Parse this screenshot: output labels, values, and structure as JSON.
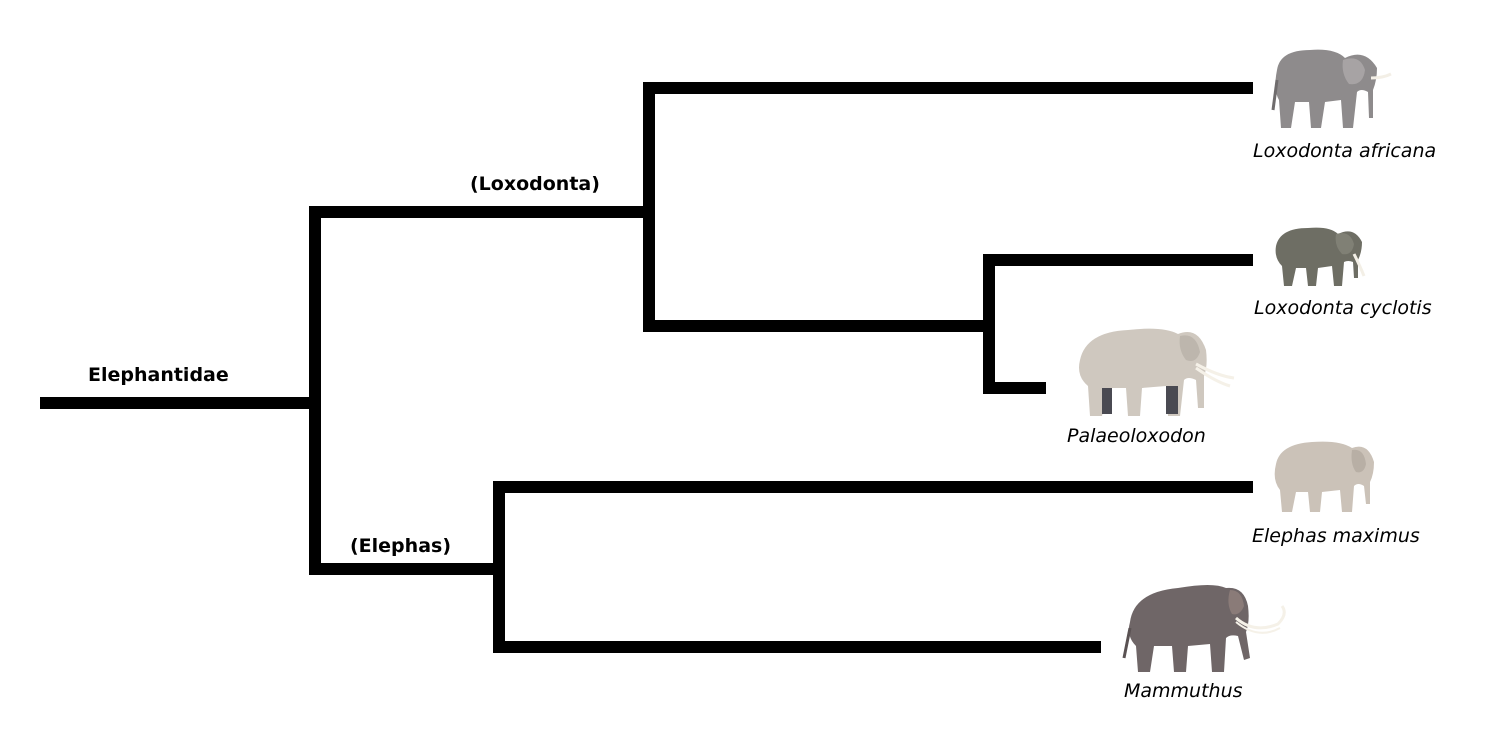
{
  "diagram": {
    "type": "cladogram",
    "root": {
      "label": "Elephantidae"
    },
    "clades": [
      {
        "label": "(Loxodonta)"
      },
      {
        "label": "(Elephas)"
      }
    ],
    "taxa": [
      {
        "name": "Loxodonta africana",
        "icon": "african-bush-elephant-icon"
      },
      {
        "name": "Loxodonta cyclotis",
        "icon": "african-forest-elephant-icon"
      },
      {
        "name": "Palaeoloxodon",
        "icon": "straight-tusked-elephant-icon"
      },
      {
        "name": "Elephas maximus",
        "icon": "asian-elephant-icon"
      },
      {
        "name": "Mammuthus",
        "icon": "mammoth-icon"
      }
    ],
    "line_color": "#000000",
    "background": "#ffffff"
  }
}
